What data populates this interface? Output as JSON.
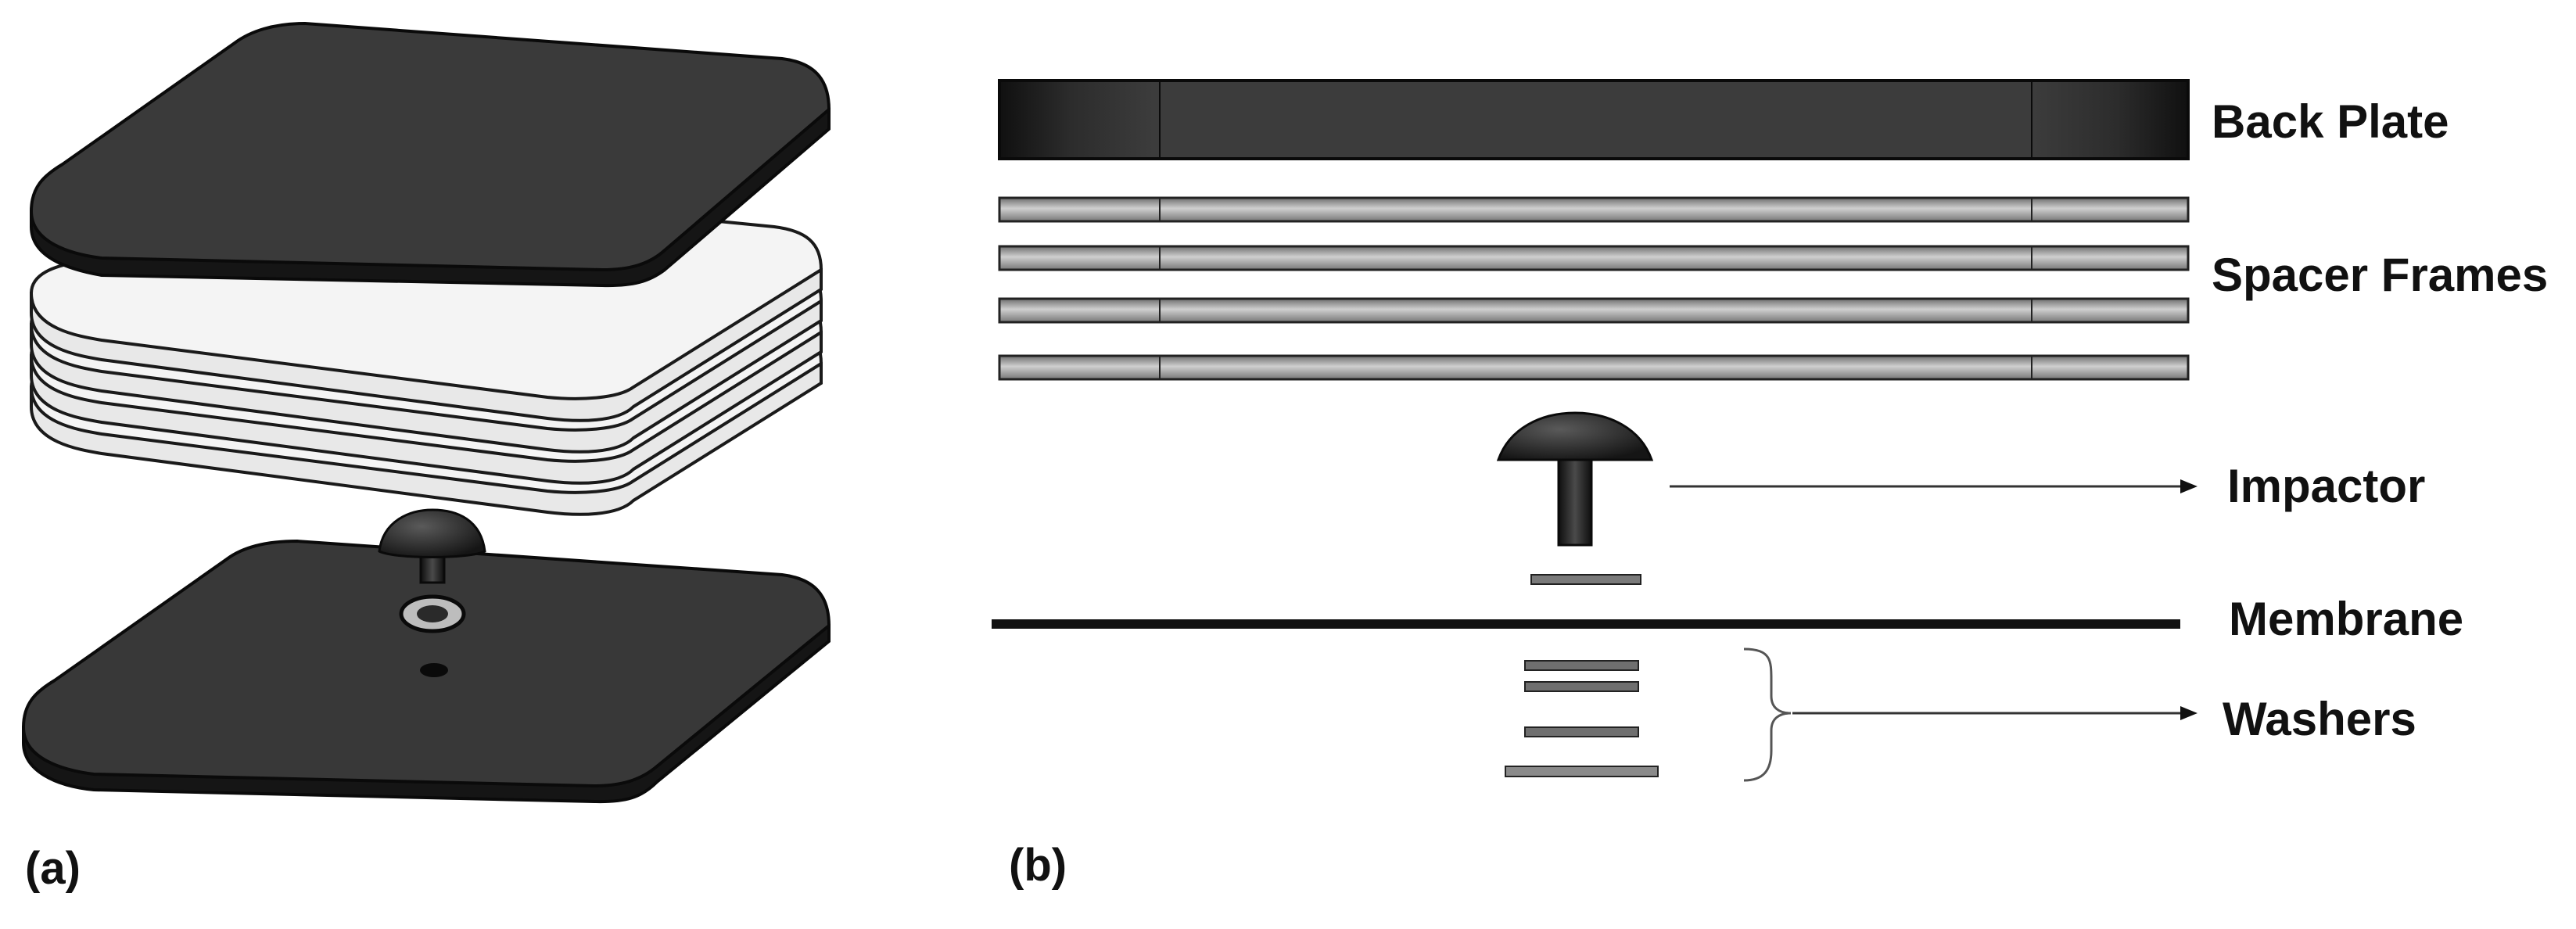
{
  "panels": {
    "a": {
      "label": "(a)"
    },
    "b": {
      "label": "(b)"
    }
  },
  "labels": {
    "back_plate": "Back Plate",
    "spacer_frames": "Spacer Frames",
    "impactor": "Impactor",
    "membrane": "Membrane",
    "washers": "Washers"
  },
  "colors": {
    "back_plate": "#2b2b2b",
    "spacer_frame_fill": "#9a9a9a",
    "membrane": "#111111",
    "impactor": "#1e1e1e",
    "washer": "#6f6f6f",
    "outline": "#1a1a1a",
    "leader_line": "#333333"
  },
  "counts": {
    "spacer_frames": 4,
    "washers": 4
  }
}
